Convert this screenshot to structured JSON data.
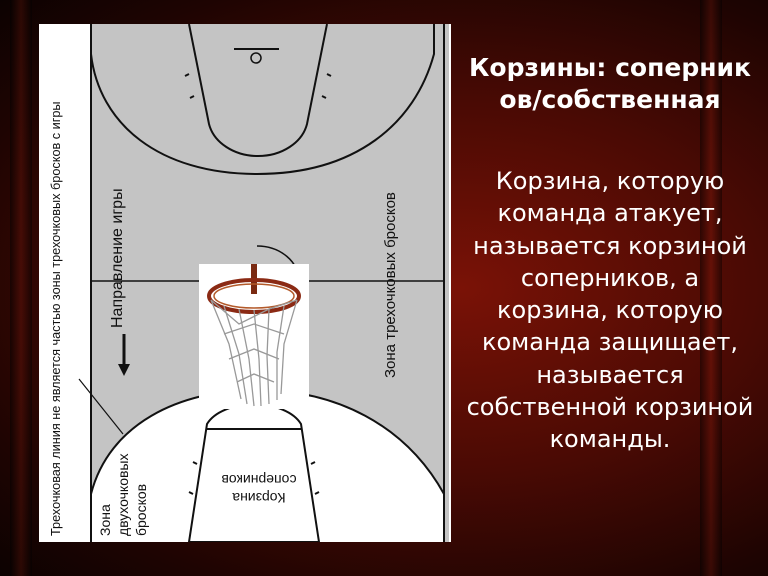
{
  "slide": {
    "title": "Корзины: соперников/собственная",
    "body": "Корзина, которую команда атакует, называется корзиной соперников, а корзина, которую команда защищает, называется собственной корзиной команды."
  },
  "diagram": {
    "label_three_point_line": "Трехочковая линия не является частью зоны трехочковых бросков с игры",
    "label_direction": "Направление игры",
    "label_three_point_zone": "Зона трехочковых бросков",
    "label_two_point_zone_line1": "Зона",
    "label_two_point_zone_line2": "двухочковых",
    "label_two_point_zone_line3": "бросков",
    "label_basket_line1": "Корзина",
    "label_basket_line2": "соперников"
  },
  "colors": {
    "court": "#c4c4c4",
    "lines": "#111111",
    "text": "#ffffff",
    "background": "#5a0c05",
    "hoop_rim": "#8b2a14"
  }
}
